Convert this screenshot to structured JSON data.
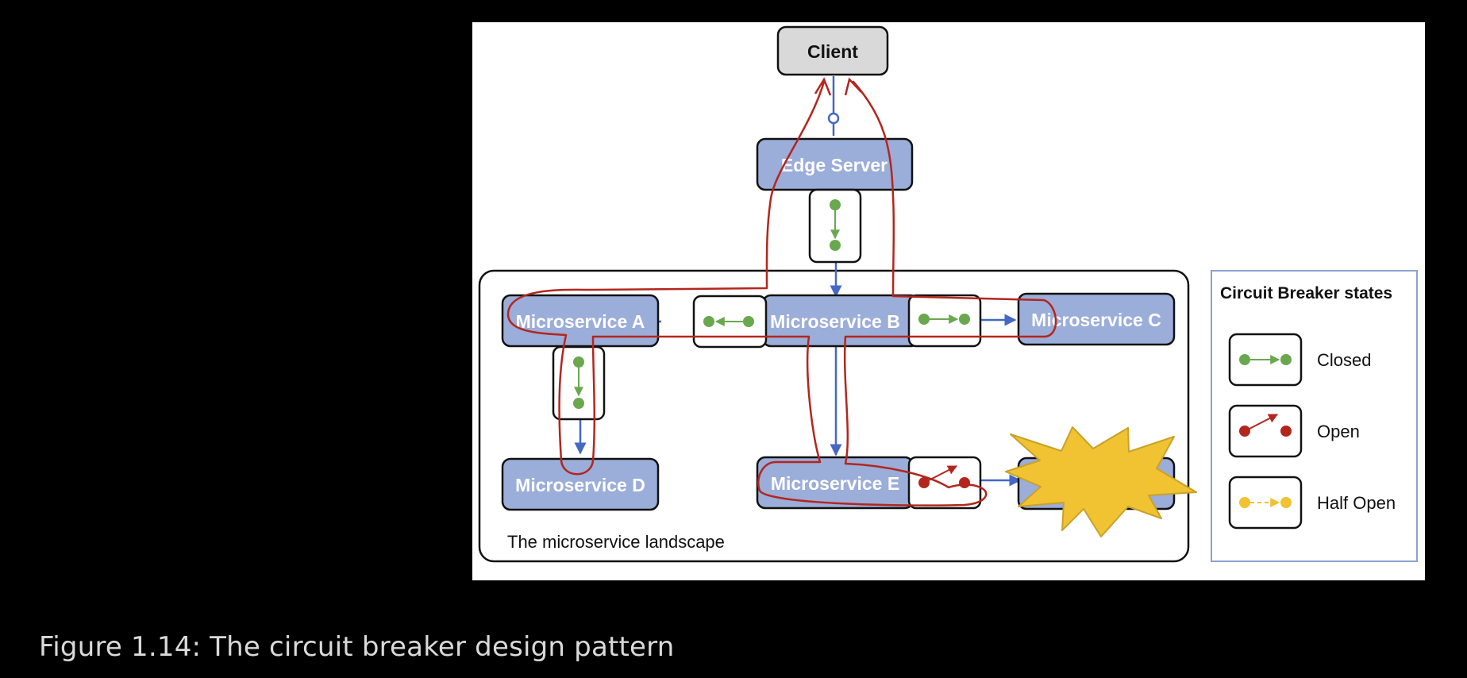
{
  "diagram": {
    "client_label": "Client",
    "edge_server_label": "Edge Server",
    "services": {
      "a": "Microservice A",
      "b": "Microservice B",
      "c": "Microservice C",
      "d": "Microservice D",
      "e": "Microservice E"
    },
    "landscape_label": "The microservice landscape",
    "legend": {
      "title": "Circuit Breaker states",
      "closed": "Closed",
      "open": "Open",
      "half_open": "Half Open"
    },
    "colors": {
      "service_fill": "#9badd9",
      "client_fill": "#d9d9d9",
      "arrow_blue": "#4468c4",
      "closed_green": "#6aa84f",
      "open_red": "#b3261e",
      "half_open_yellow": "#f1c232",
      "explosion_fill": "#f1c232",
      "explosion_stroke": "#c9a227",
      "failure_path": "#b3261e"
    }
  },
  "caption": "Figure 1.14: The circuit breaker design pattern"
}
